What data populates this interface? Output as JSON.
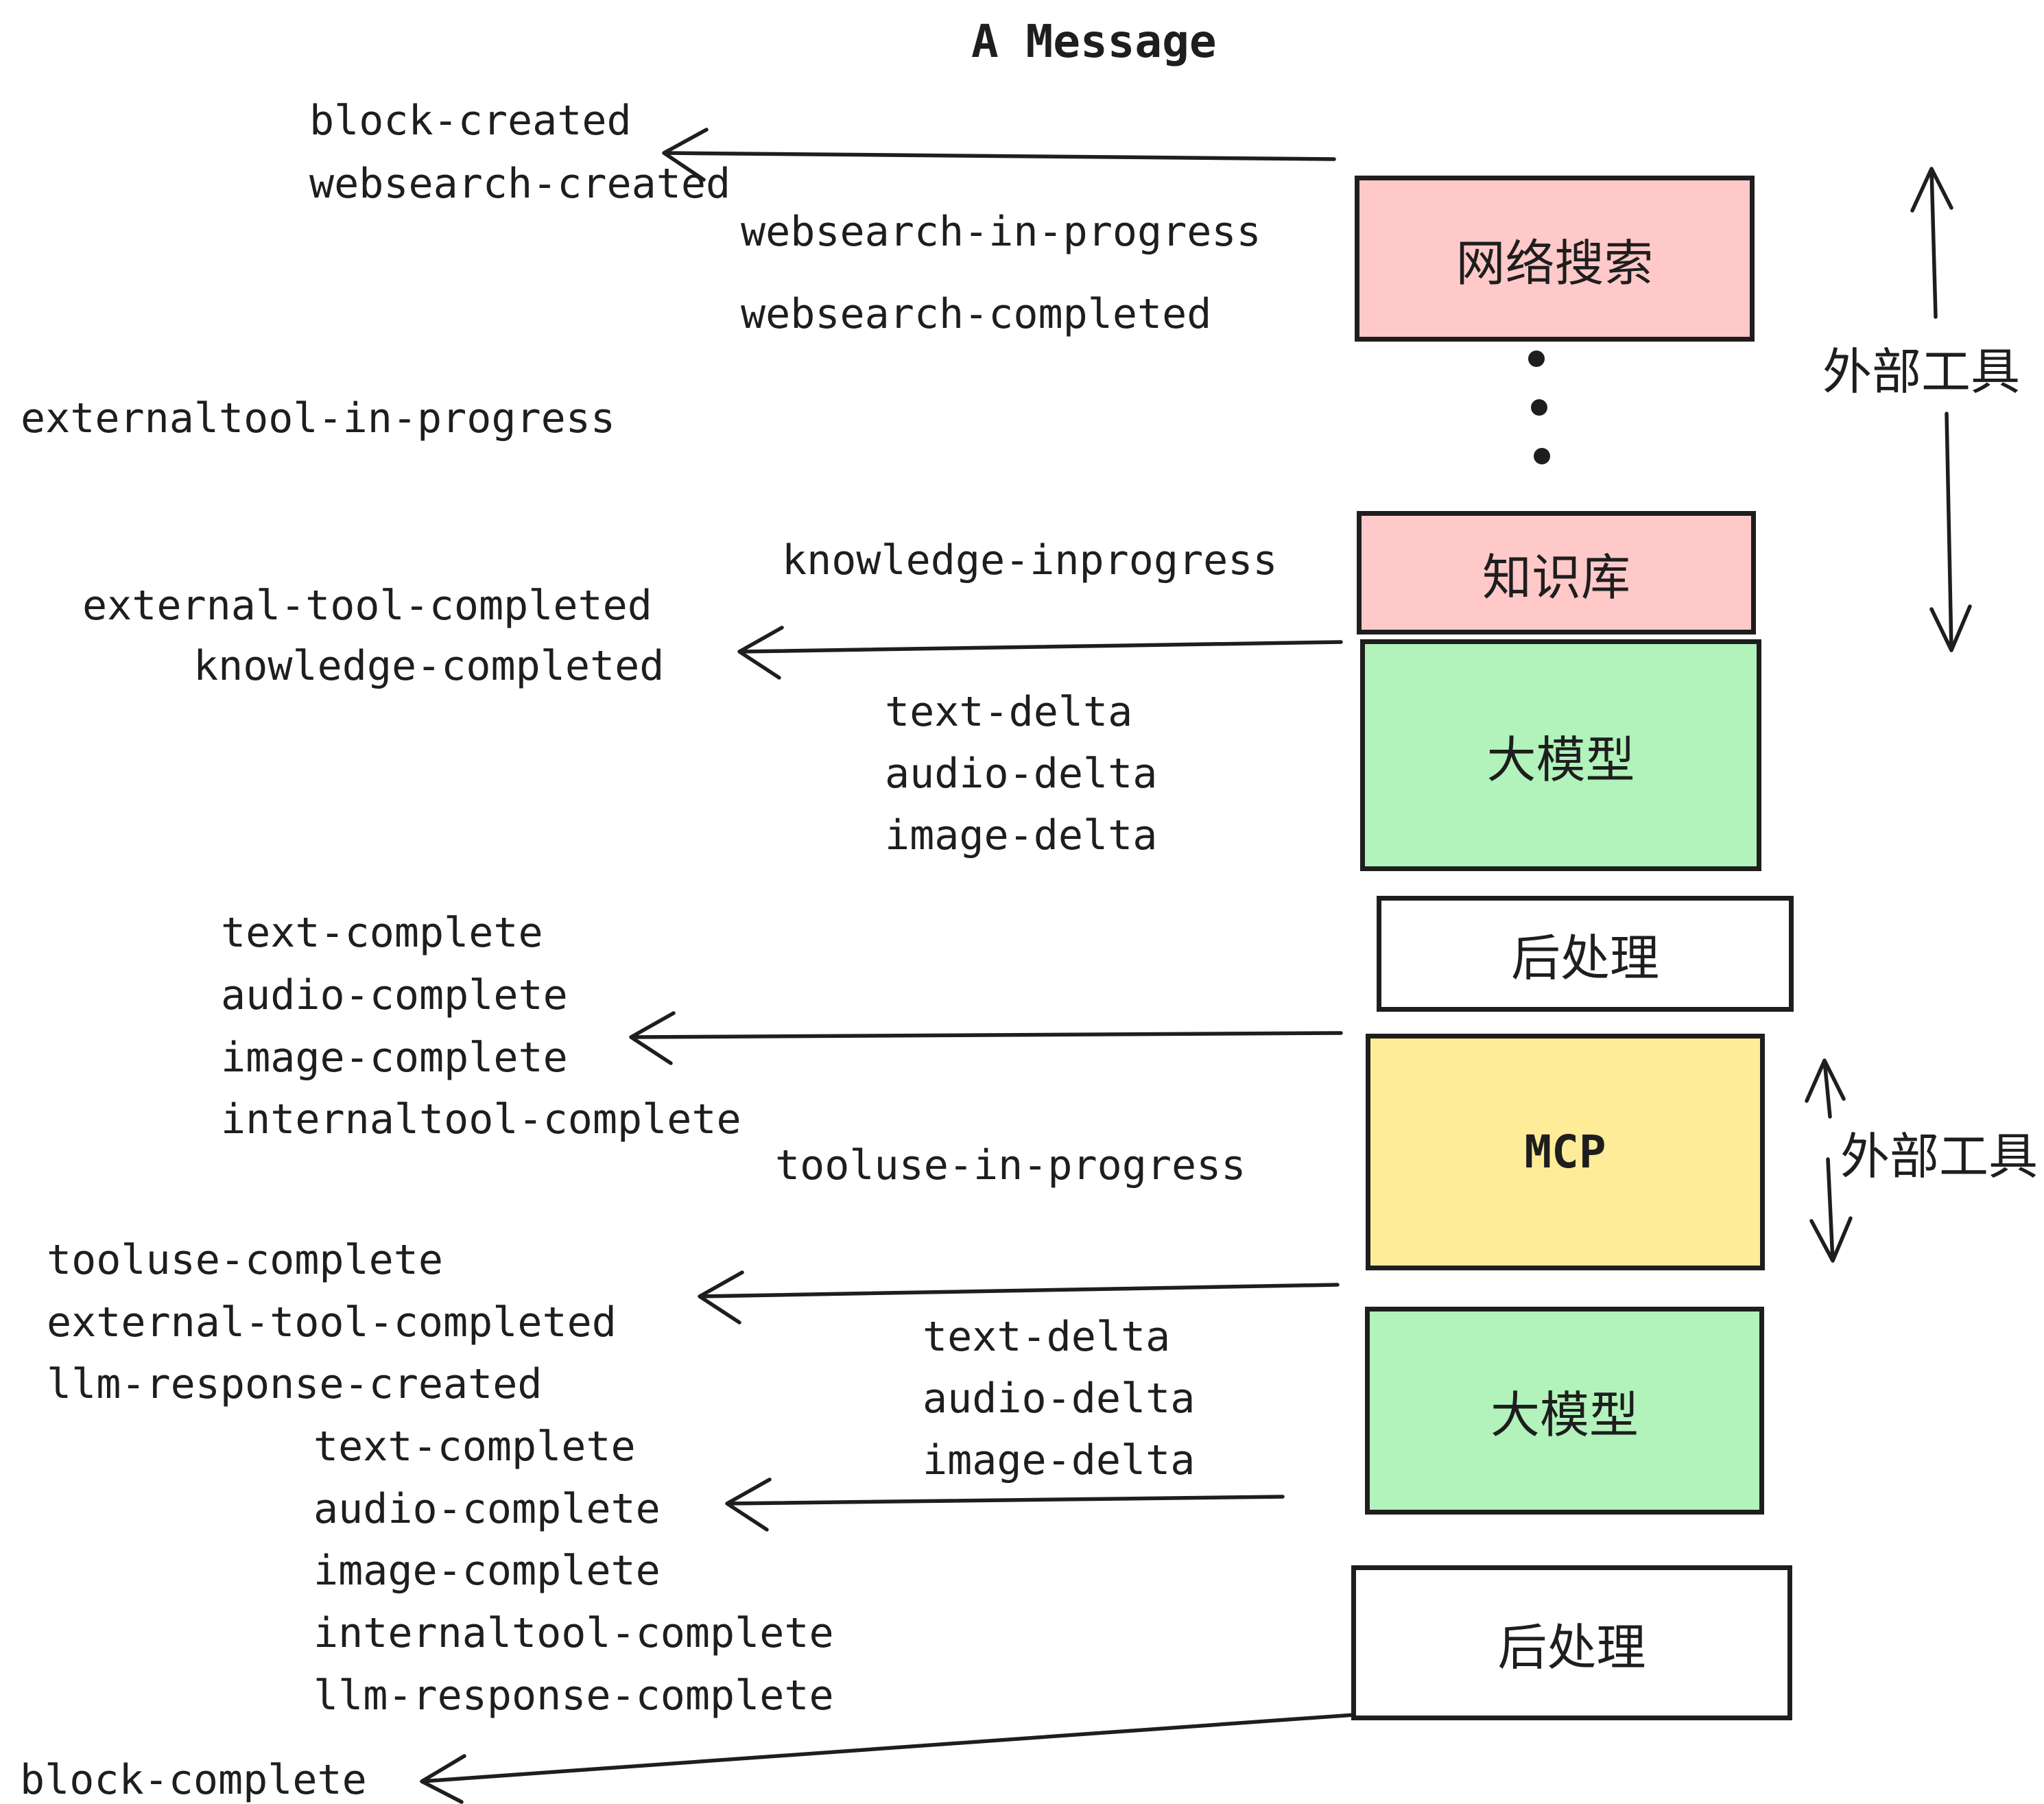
{
  "title": "A Message",
  "colors": {
    "box_pink": "#ffc9c9",
    "box_green": "#b2f2bb",
    "box_yellow": "#ffec99",
    "box_white": "#ffffff",
    "stroke": "#1e1e1e"
  },
  "events": {
    "block_created": "block-created",
    "websearch_created": "websearch-created",
    "websearch_in_progress": "websearch-in-progress",
    "websearch_completed": "websearch-completed",
    "externaltool_in_progress": "externaltool-in-progress",
    "knowledge_inprogress": "knowledge-inprogress",
    "external_tool_completed": "external-tool-completed",
    "knowledge_completed": "knowledge-completed",
    "text_delta": "text-delta",
    "audio_delta": "audio-delta",
    "image_delta": "image-delta",
    "text_complete": "text-complete",
    "audio_complete": "audio-complete",
    "image_complete": "image-complete",
    "internaltool_complete": "internaltool-complete",
    "tooluse_in_progress": "tooluse-in-progress",
    "tooluse_complete": "tooluse-complete",
    "external_tool_completed_2": "external-tool-completed",
    "llm_response_created": "llm-response-created",
    "text_complete_2": "text-complete",
    "audio_complete_2": "audio-complete",
    "image_complete_2": "image-complete",
    "internaltool_complete_2": "internaltool-complete",
    "llm_response_complete": "llm-response-complete",
    "block_complete": "block-complete"
  },
  "boxes": {
    "websearch": "网络搜索",
    "knowledge": "知识库",
    "llm_top": "大模型",
    "post_top": "后处理",
    "mcp": "MCP",
    "llm_bottom": "大模型",
    "post_bottom": "后处理"
  },
  "side_labels": {
    "external_tools_upper": "外部工具",
    "external_tools_lower": "外部工具"
  }
}
